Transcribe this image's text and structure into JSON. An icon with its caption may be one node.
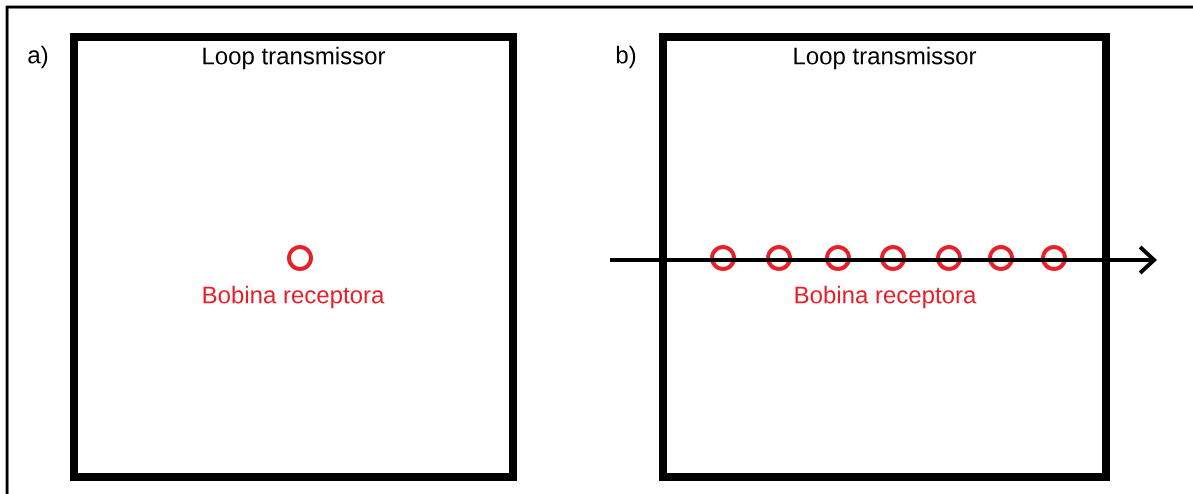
{
  "diagram": {
    "nodes": [
      {
        "text": [
          "Loop transmissor"
        ]
      },
      {
        "text": [],
        "shape": "circle",
        "in": 0,
        "beside": [
          "Bobina receptora"
        ]
      },
      {
        "text": [
          "Loop transmissor"
        ]
      },
      {
        "text": [],
        "shape": "circle",
        "in": 2
      },
      {
        "text": [],
        "shape": "circle",
        "in": 2
      },
      {
        "text": [],
        "shape": "circle",
        "in": 2
      },
      {
        "text": [],
        "shape": "circle",
        "in": 2
      },
      {
        "text": [],
        "shape": "circle",
        "in": 2
      },
      {
        "text": [],
        "shape": "circle",
        "in": 2
      },
      {
        "text": [],
        "shape": "circle",
        "in": 2
      }
    ],
    "labels": [
      "a)",
      "b)",
      "Bobina receptora"
    ]
  }
}
